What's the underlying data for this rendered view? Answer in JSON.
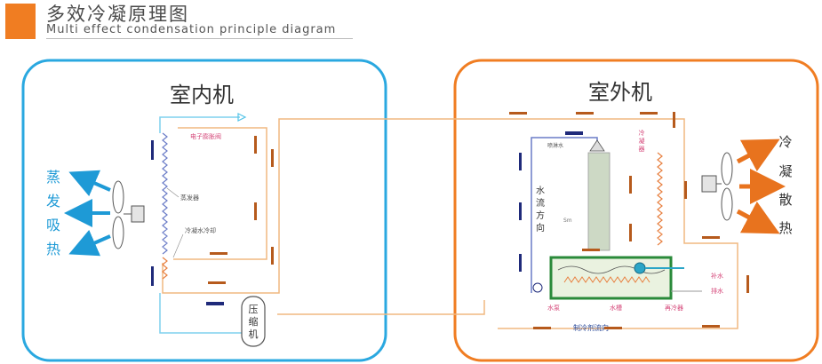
{
  "header": {
    "title": "多效冷凝原理图",
    "subtitle": "Multi effect condensation principle diagram"
  },
  "indoor": {
    "title": "室内机",
    "evap_side_text": [
      "蒸",
      "发",
      "吸",
      "热"
    ],
    "labels": {
      "expansion_valve": "电子膨胀阀",
      "evaporator": "蒸发器",
      "water_cooler": "冷凝水冷却",
      "compressor": [
        "压",
        "缩",
        "机"
      ]
    }
  },
  "outdoor": {
    "title": "室外机",
    "cond_side_text": [
      "冷",
      "凝",
      "散",
      "热"
    ],
    "labels": {
      "sprinkler": "喷淋水",
      "water_flow": [
        "水",
        "流",
        "方",
        "向"
      ],
      "condenser": [
        "冷",
        "凝",
        "器"
      ],
      "pipe_label": "Sm",
      "makeup_water": "补水",
      "drain_water": "排水",
      "water_pump": "水泵",
      "water_tank": "水槽",
      "precooler": "再冷器",
      "refrigerant_flow": "制冷剂流向"
    }
  },
  "colors": {
    "indoor_border": "#2aa8e0",
    "outdoor_border": "#f07d22",
    "arrow_sky": "#1e9ad6",
    "arrow_orange": "#e8731e",
    "pipe": "#f0b880",
    "dark_blue": "#1f2a7a",
    "brown": "#b65a1c",
    "label_pink": "#d5487a"
  }
}
